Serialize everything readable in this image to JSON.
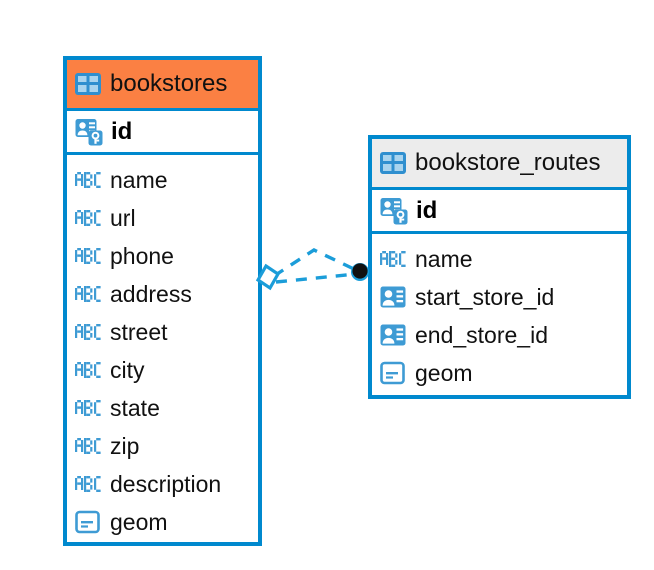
{
  "diagram": {
    "type": "entity-relationship-diagram",
    "colors": {
      "border_blue": "#0089CE",
      "header_orange": "#FB8043",
      "header_gray": "#ECECEC",
      "icon_blue": "#3E9BD4",
      "connector_blue": "#1B9DD9",
      "connector_endpoint_dark": "#111111",
      "text": "#111111",
      "background": "#FFFFFF"
    },
    "entities": [
      {
        "id": "bookstores",
        "name": "bookstores",
        "header_style": "orange",
        "header_icon": "table-grid-icon",
        "primary_key": {
          "name": "id",
          "icon": "primary-key-icon"
        },
        "fields": [
          {
            "name": "name",
            "icon": "abc-text-icon"
          },
          {
            "name": "url",
            "icon": "abc-text-icon"
          },
          {
            "name": "phone",
            "icon": "abc-text-icon"
          },
          {
            "name": "address",
            "icon": "abc-text-icon"
          },
          {
            "name": "street",
            "icon": "abc-text-icon"
          },
          {
            "name": "city",
            "icon": "abc-text-icon"
          },
          {
            "name": "state",
            "icon": "abc-text-icon"
          },
          {
            "name": "zip",
            "icon": "abc-text-icon"
          },
          {
            "name": "description",
            "icon": "abc-text-icon"
          },
          {
            "name": "geom",
            "icon": "geometry-icon"
          }
        ]
      },
      {
        "id": "bookstore_routes",
        "name": "bookstore_routes",
        "header_style": "gray",
        "header_icon": "table-grid-icon",
        "primary_key": {
          "name": "id",
          "icon": "primary-key-icon"
        },
        "fields": [
          {
            "name": "name",
            "icon": "abc-text-icon"
          },
          {
            "name": "start_store_id",
            "icon": "id-card-icon"
          },
          {
            "name": "end_store_id",
            "icon": "id-card-icon"
          },
          {
            "name": "geom",
            "icon": "geometry-icon"
          }
        ]
      }
    ],
    "relationship": {
      "style": "dashed",
      "source_entity": "bookstores",
      "target_entity": "bookstore_routes",
      "source_marker": "diamond-open-marker",
      "target_marker": "filled-circle-marker"
    }
  }
}
